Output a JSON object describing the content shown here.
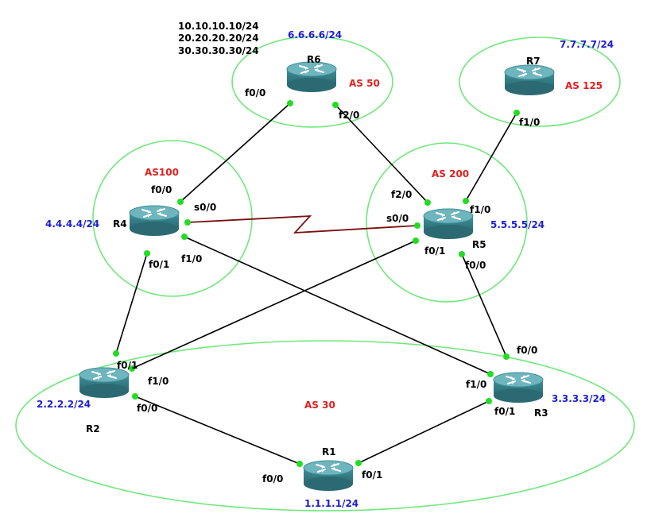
{
  "colors": {
    "as_label": "#e02020",
    "network_label": "#1f1fd1",
    "zone_outline": "#6ee87a",
    "port_dot": "#22dd22",
    "ethernet_link": "#000000",
    "serial_link": "#7a1010",
    "router_body": "#3f8f98"
  },
  "routers": {
    "r1": {
      "name": "R1",
      "network": "1.1.1.1/24",
      "ports": {
        "p1": "f0/0",
        "p2": "f0/1"
      }
    },
    "r2": {
      "name": "R2",
      "network": "2.2.2.2/24",
      "ports": {
        "p1": "f0/1",
        "p2": "f1/0",
        "p3": "f0/0"
      }
    },
    "r3": {
      "name": "R3",
      "network": "3.3.3.3/24",
      "ports": {
        "p1": "f0/0",
        "p2": "f1/0",
        "p3": "f0/1"
      }
    },
    "r4": {
      "name": "R4",
      "network": "4.4.4.4/24",
      "ports": {
        "p1": "f0/0",
        "p2": "s0/0",
        "p3": "f0/1",
        "p4": "f1/0"
      }
    },
    "r5": {
      "name": "R5",
      "network": "5.5.5.5/24",
      "ports": {
        "p1": "f2/0",
        "p2": "f1/0",
        "p3": "s0/0",
        "p4": "f0/1",
        "p5": "f0/0"
      }
    },
    "r6": {
      "name": "R6",
      "network": "6.6.6.6/24",
      "extra_networks": [
        "10.10.10.10/24",
        "20.20.20.20/24",
        "30.30.30.30/24"
      ],
      "ports": {
        "p1": "f0/0",
        "p2": "f2/0"
      }
    },
    "r7": {
      "name": "R7",
      "network": "7.7.7.7/24",
      "ports": {
        "p1": "f1/0"
      }
    }
  },
  "as_labels": {
    "as50": "AS 50",
    "as125": "AS 125",
    "as100": "AS100",
    "as200": "AS 200",
    "as30": "AS 30"
  }
}
